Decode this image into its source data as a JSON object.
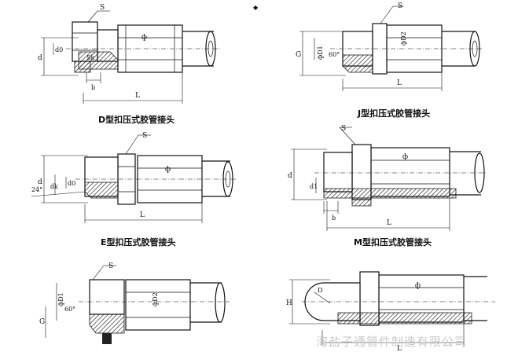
{
  "captions": {
    "d": "D型扣压式胶管接头",
    "j": "J型扣压式胶管接头",
    "e": "E型扣压式胶管接头",
    "m": "M型扣压式胶管接头"
  },
  "labels": {
    "d_view": {
      "s": "S",
      "d": "d",
      "d0": "d0",
      "phi": "ф",
      "sk": "Sk",
      "b": "b",
      "L": "L"
    },
    "j_view": {
      "s": "S",
      "g": "G",
      "d1": "фD1",
      "d2": "фD2",
      "angle": "60°",
      "L": "L"
    },
    "e_view": {
      "s": "S",
      "d": "d",
      "dk": "dk",
      "d0": "d0",
      "phi": "ф",
      "angle": "24°",
      "L": "L"
    },
    "m_view": {
      "s": "S",
      "d": "d",
      "d1": "d1",
      "phi": "ф",
      "b": "b",
      "L": "L"
    },
    "bl_view": {
      "s": "S",
      "d1": "фD1",
      "d2": "фD2",
      "angle": "60°",
      "g": "G"
    },
    "br_view": {
      "h": "H",
      "d": "D",
      "phi": "ф",
      "L": "L"
    }
  },
  "watermark": "海盐子通管件制造有限公司",
  "marker": "◆"
}
